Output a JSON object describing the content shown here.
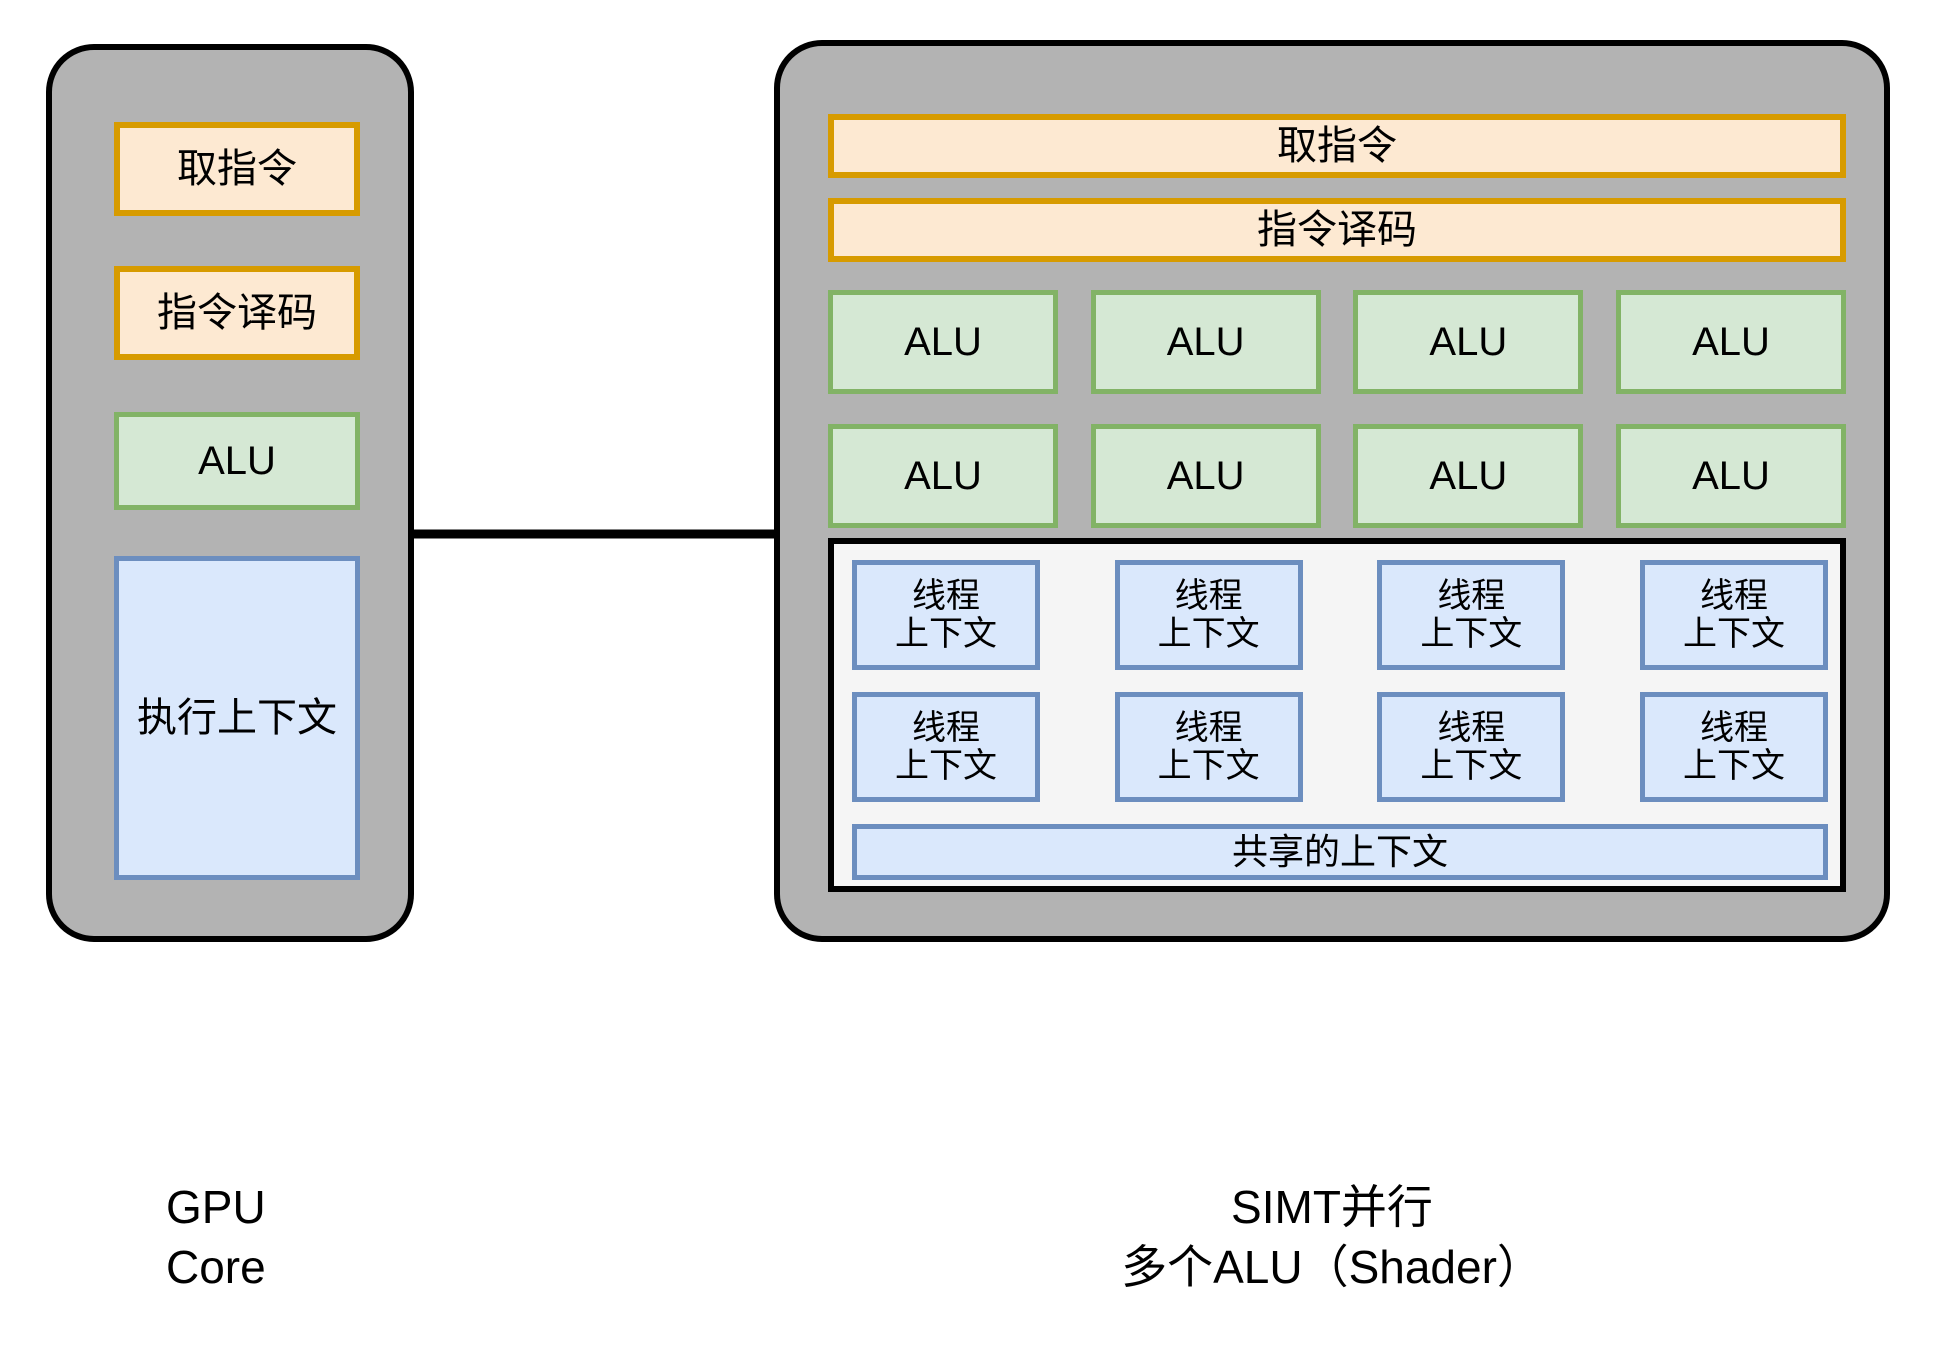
{
  "diagram": {
    "title": "GPU Core vs SIMT parallel shader core",
    "colors": {
      "panel_fill": "#b3b3b3",
      "panel_border": "#000000",
      "orange_fill": "#fde9d2",
      "orange_border": "#d79b00",
      "green_fill": "#d5e8d4",
      "green_border": "#82b366",
      "blue_fill": "#dae8fc",
      "blue_border": "#6c8ebf",
      "container_fill": "#f5f5f5",
      "background": "#ffffff",
      "arrow": "#000000"
    }
  },
  "left_panel": {
    "caption": "GPU\nCore",
    "blocks": {
      "fetch": "取指令",
      "decode": "指令译码",
      "alu": "ALU",
      "exec_context": "执行上下文"
    }
  },
  "right_panel": {
    "caption": "SIMT并行\n多个ALU（Shader）",
    "blocks": {
      "fetch": "取指令",
      "decode": "指令译码",
      "shared_context": "共享的上下文"
    },
    "alu_row_1": [
      "ALU",
      "ALU",
      "ALU",
      "ALU"
    ],
    "alu_row_2": [
      "ALU",
      "ALU",
      "ALU",
      "ALU"
    ],
    "thread_row_1": [
      "线程\n上下文",
      "线程\n上下文",
      "线程\n上下文",
      "线程\n上下文"
    ],
    "thread_row_2": [
      "线程\n上下文",
      "线程\n上下文",
      "线程\n上下文",
      "线程\n上下文"
    ]
  }
}
